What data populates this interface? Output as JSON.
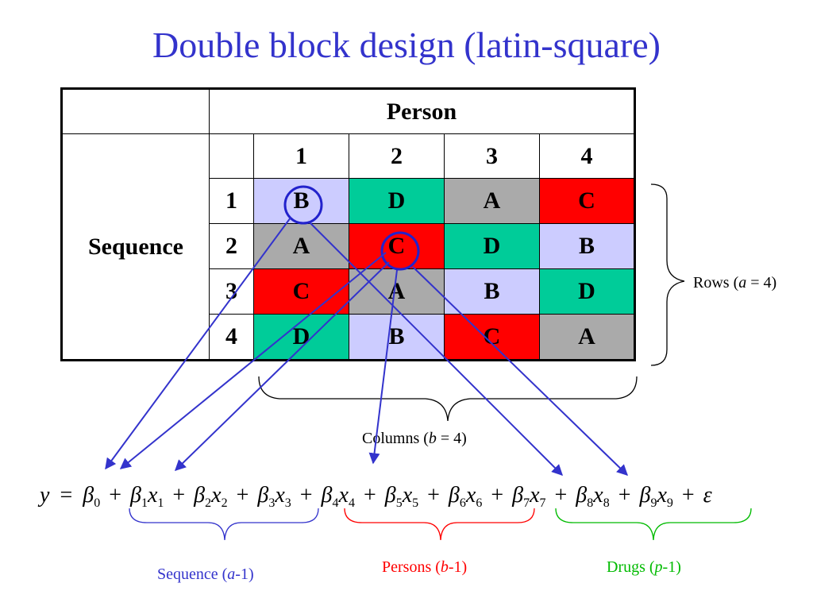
{
  "title": "Double block design (latin-square)",
  "table": {
    "column_header": "Person",
    "row_header": "Sequence",
    "column_numbers": [
      "1",
      "2",
      "3",
      "4"
    ],
    "row_numbers": [
      "1",
      "2",
      "3",
      "4"
    ],
    "grid": [
      [
        "B",
        "D",
        "A",
        "C"
      ],
      [
        "A",
        "C",
        "D",
        "B"
      ],
      [
        "C",
        "A",
        "B",
        "D"
      ],
      [
        "D",
        "B",
        "C",
        "A"
      ]
    ],
    "drug_colors": {
      "A": "#aaaaaa",
      "B": "#ccccff",
      "C": "#ff0000",
      "D": "#00cc99"
    }
  },
  "annotations": {
    "rows": {
      "prefix": "Rows (",
      "var": "a",
      "suffix": " =  4)"
    },
    "columns": {
      "prefix": "Columns (",
      "var": "b",
      "suffix": " = 4)"
    },
    "sequence": {
      "prefix": "Sequence (",
      "var": "a",
      "suffix": "-1)"
    },
    "persons": {
      "prefix": "Persons (",
      "var": "b",
      "suffix": "-1)"
    },
    "drugs": {
      "prefix": "Drugs (",
      "var": "p",
      "suffix": "-1)"
    }
  },
  "equation": {
    "lhs": "y",
    "equals": "=",
    "intercept": {
      "sym": "β",
      "sub": "0"
    },
    "terms": [
      {
        "coef": "β",
        "sub": "1",
        "x": "x",
        "xsub": "1"
      },
      {
        "coef": "β",
        "sub": "2",
        "x": "x",
        "xsub": "2"
      },
      {
        "coef": "β",
        "sub": "3",
        "x": "x",
        "xsub": "3"
      },
      {
        "coef": "β",
        "sub": "4",
        "x": "x",
        "xsub": "4"
      },
      {
        "coef": "β",
        "sub": "5",
        "x": "x",
        "xsub": "5"
      },
      {
        "coef": "β",
        "sub": "6",
        "x": "x",
        "xsub": "6"
      },
      {
        "coef": "β",
        "sub": "7",
        "x": "x",
        "xsub": "7"
      },
      {
        "coef": "β",
        "sub": "8",
        "x": "x",
        "xsub": "8"
      },
      {
        "coef": "β",
        "sub": "9",
        "x": "x",
        "xsub": "9"
      }
    ],
    "plus": "+",
    "error": "ε"
  },
  "colors": {
    "title": "#3333cc",
    "arrow": "#3333cc",
    "sequence_brace": "#3333cc",
    "persons_brace": "#ff0000",
    "drugs_brace": "#00bb00"
  }
}
